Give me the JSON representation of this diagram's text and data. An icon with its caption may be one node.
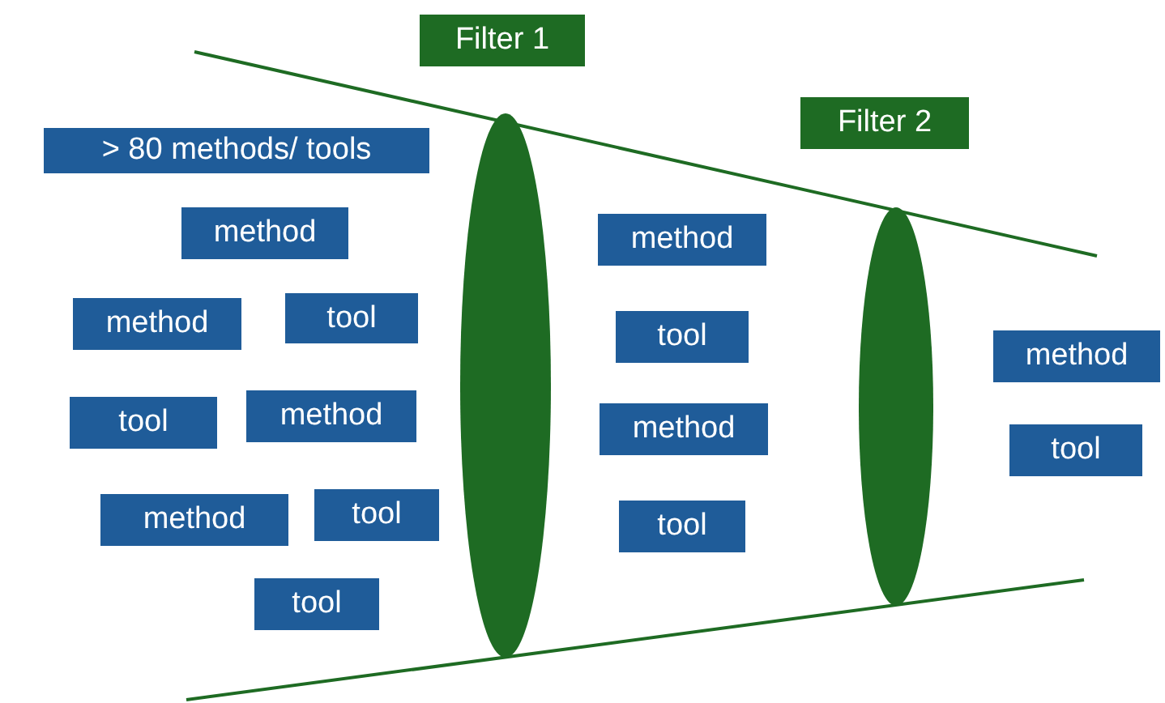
{
  "diagram": {
    "nodes": [
      {
        "text": [
          "Filter 1"
        ]
      },
      {
        "text": [
          "Filter 2"
        ]
      },
      {
        "text": [
          "> 80 methods/ tools"
        ]
      },
      {
        "text": [
          "method"
        ]
      },
      {
        "text": [
          "method"
        ]
      },
      {
        "text": [
          "tool"
        ]
      },
      {
        "text": [
          "tool"
        ]
      },
      {
        "text": [
          "method"
        ]
      },
      {
        "text": [
          "method"
        ]
      },
      {
        "text": [
          "tool"
        ]
      },
      {
        "text": [
          "tool"
        ]
      },
      {
        "text": [
          "method"
        ]
      },
      {
        "text": [
          "tool"
        ]
      },
      {
        "text": [
          "method"
        ]
      },
      {
        "text": [
          "tool"
        ]
      },
      {
        "text": [
          "method"
        ]
      },
      {
        "text": [
          "tool"
        ]
      },
      {
        "text": [],
        "shape": "ellipse"
      },
      {
        "text": [],
        "shape": "ellipse"
      }
    ],
    "edges": []
  }
}
